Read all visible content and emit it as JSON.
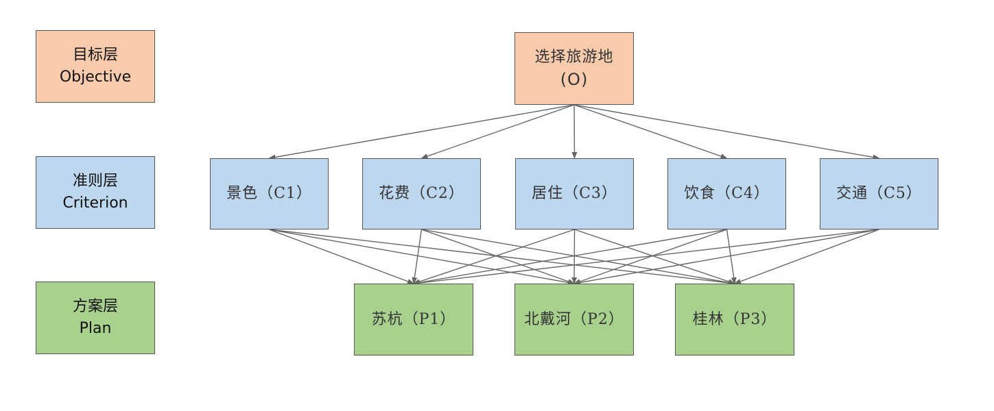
{
  "colors": {
    "objective_fill": "#F8CBAD",
    "criterion_fill": "#BDD7EE",
    "plan_fill": "#A9D18E",
    "edge": "#666666",
    "border": "#555555"
  },
  "legend": {
    "objective": {
      "zh": "目标层",
      "en": "Objective"
    },
    "criterion": {
      "zh": "准则层",
      "en": "Criterion"
    },
    "plan": {
      "zh": "方案层",
      "en": "Plan"
    }
  },
  "goal": {
    "label": "选择旅游地",
    "code": "(O)"
  },
  "criteria": [
    {
      "label": "景色（C1）"
    },
    {
      "label": "花费（C2）"
    },
    {
      "label": "居住（C3）"
    },
    {
      "label": "饮食（C4）"
    },
    {
      "label": "交通（C5）"
    }
  ],
  "plans": [
    {
      "label": "苏杭（P1）"
    },
    {
      "label": "北戴河（P2）"
    },
    {
      "label": "桂林（P3）"
    }
  ],
  "edges": {
    "goal_to_criteria": [
      [
        "O",
        "C1"
      ],
      [
        "O",
        "C2"
      ],
      [
        "O",
        "C3"
      ],
      [
        "O",
        "C4"
      ],
      [
        "O",
        "C5"
      ]
    ],
    "criteria_to_plans": [
      [
        "C1",
        "P1"
      ],
      [
        "C1",
        "P2"
      ],
      [
        "C1",
        "P3"
      ],
      [
        "C2",
        "P1"
      ],
      [
        "C2",
        "P2"
      ],
      [
        "C2",
        "P3"
      ],
      [
        "C3",
        "P1"
      ],
      [
        "C3",
        "P2"
      ],
      [
        "C3",
        "P3"
      ],
      [
        "C4",
        "P1"
      ],
      [
        "C4",
        "P2"
      ],
      [
        "C4",
        "P3"
      ],
      [
        "C5",
        "P1"
      ],
      [
        "C5",
        "P2"
      ],
      [
        "C5",
        "P3"
      ]
    ]
  }
}
